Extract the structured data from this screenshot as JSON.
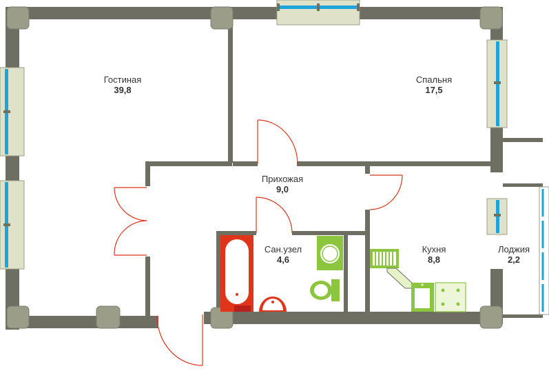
{
  "colors": {
    "wall": "#6e6e62",
    "column": "#9b9d89",
    "window_frame": "#dfe1c9",
    "glass": "#1fa3d9",
    "door_swing": "#e0341b",
    "bath": "#e0341b",
    "fixture_green": "#8cc63f",
    "fixture_light": "#e6f2c8"
  },
  "rooms": [
    {
      "name": "Гостиная",
      "area": "39,8"
    },
    {
      "name": "Спальня",
      "area": "17,5"
    },
    {
      "name": "Прихожая",
      "area": "9,0"
    },
    {
      "name": "Сан.узел",
      "area": "4,6"
    },
    {
      "name": "Кухня",
      "area": "8,8"
    },
    {
      "name": "Лоджия",
      "area": "2,2"
    }
  ]
}
